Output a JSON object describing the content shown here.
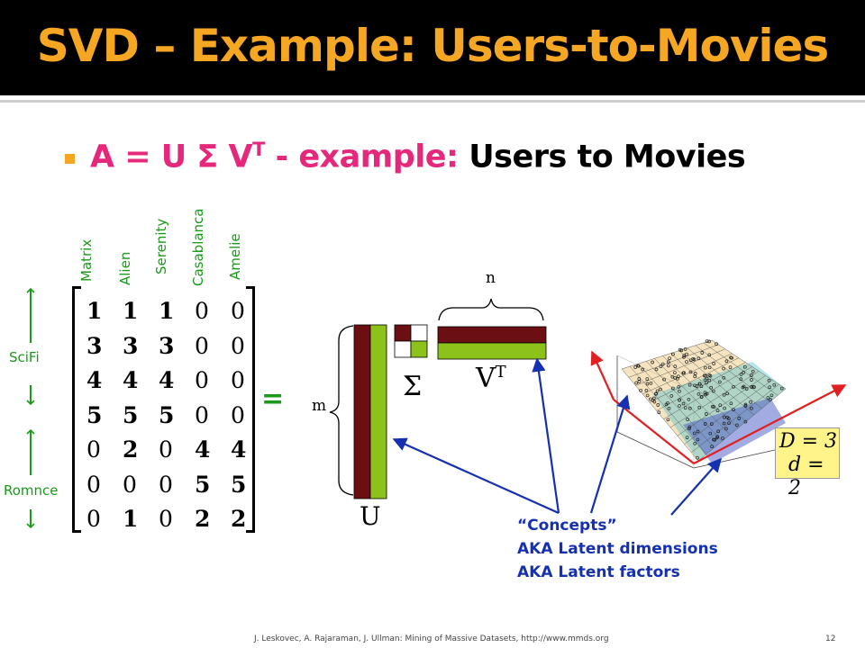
{
  "title": "SVD – Example: Users-to-Movies",
  "headline": {
    "part1": "A = U ",
    "sigma": "Σ",
    "part2": " V",
    "sup": "T",
    "part3": " - example: ",
    "part4": "Users to Movies"
  },
  "movies": [
    "Matrix",
    "Alien",
    "Serenity",
    "Casablanca",
    "Amelie"
  ],
  "matrix": [
    [
      1,
      1,
      1,
      0,
      0
    ],
    [
      3,
      3,
      3,
      0,
      0
    ],
    [
      4,
      4,
      4,
      0,
      0
    ],
    [
      5,
      5,
      5,
      0,
      0
    ],
    [
      0,
      2,
      0,
      4,
      4
    ],
    [
      0,
      0,
      0,
      5,
      5
    ],
    [
      0,
      1,
      0,
      2,
      2
    ]
  ],
  "bold_cells": [
    [
      true,
      true,
      true,
      false,
      false
    ],
    [
      true,
      true,
      true,
      false,
      false
    ],
    [
      true,
      true,
      true,
      false,
      false
    ],
    [
      true,
      true,
      true,
      false,
      false
    ],
    [
      false,
      true,
      false,
      true,
      true
    ],
    [
      false,
      false,
      false,
      true,
      true
    ],
    [
      false,
      true,
      false,
      true,
      true
    ]
  ],
  "side_labels": {
    "scifi": "SciFi",
    "romance": "Romnce"
  },
  "equals": "=",
  "labels": {
    "m": "m",
    "n": "n",
    "u": "U",
    "sigma": "Σ",
    "v": "V",
    "v_sup": "T"
  },
  "concepts": [
    "“Concepts”",
    "AKA Latent dimensions",
    "AKA Latent factors"
  ],
  "dims": {
    "D": "D = 3",
    "d": "d = 2"
  },
  "footer": "J. Leskovec, A. Rajaraman, J. Ullman: Mining of Massive Datasets, http://www.mmds.org",
  "page_number": "12",
  "colors": {
    "title": "#f5a623",
    "headline_pink": "#e5287c",
    "green_text": "#1a9a1a",
    "maroon": "#6b0f12",
    "lime": "#8cc21a",
    "arrow_blue": "#1530b0",
    "red_axis": "#e02020"
  }
}
